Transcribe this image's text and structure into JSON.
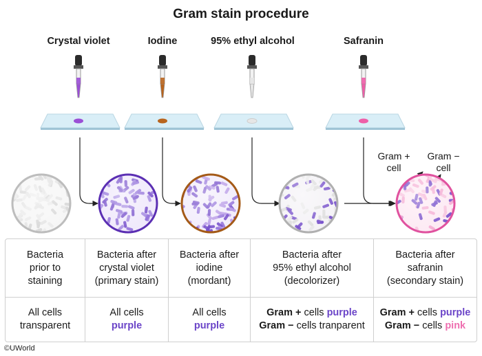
{
  "title": "Gram stain procedure",
  "reagents": [
    "Crystal violet",
    "Iodine",
    "95% ethyl alcohol",
    "Safranin"
  ],
  "callouts": {
    "gram_pos": [
      "Gram +",
      "cell"
    ],
    "gram_neg": [
      "Gram −",
      "cell"
    ]
  },
  "stages": [
    {
      "lines": [
        "Bacteria",
        "prior to",
        "staining"
      ],
      "result": [
        [
          {
            "t": "All cells",
            "c": ""
          }
        ],
        [
          {
            "t": "transparent",
            "c": ""
          }
        ]
      ]
    },
    {
      "lines": [
        "Bacteria after",
        "crystal violet",
        "(primary stain)"
      ],
      "result": [
        [
          {
            "t": "All cells",
            "c": ""
          }
        ],
        [
          {
            "t": "purple",
            "c": "purple"
          }
        ]
      ]
    },
    {
      "lines": [
        "Bacteria after",
        "iodine",
        "(mordant)"
      ],
      "result": [
        [
          {
            "t": "All cells",
            "c": ""
          }
        ],
        [
          {
            "t": "purple",
            "c": "purple"
          }
        ]
      ]
    },
    {
      "lines": [
        "Bacteria after",
        "95% ethyl alcohol",
        "(decolorizer)"
      ],
      "result": [
        [
          {
            "t": "Gram + ",
            "c": "b"
          },
          {
            "t": "cells ",
            "c": ""
          },
          {
            "t": "purple",
            "c": "purple"
          }
        ],
        [
          {
            "t": "Gram − ",
            "c": "b"
          },
          {
            "t": "cells tranparent",
            "c": ""
          }
        ]
      ]
    },
    {
      "lines": [
        "Bacteria after",
        "safranin",
        "(secondary stain)"
      ],
      "result": [
        [
          {
            "t": "Gram + ",
            "c": "b"
          },
          {
            "t": "cells ",
            "c": ""
          },
          {
            "t": "purple",
            "c": "purple"
          }
        ],
        [
          {
            "t": "Gram − ",
            "c": "b"
          },
          {
            "t": "cells ",
            "c": ""
          },
          {
            "t": "pink",
            "c": "pink"
          }
        ]
      ]
    }
  ],
  "copyright": "©UWorld",
  "colors": {
    "crystal_violet": "#9b4fd6",
    "iodine": "#b8641e",
    "alcohol": "#e6e6e6",
    "safranin": "#ee5fa8",
    "gram_pos": "#6e45c8",
    "gram_neg": "#f4a6cf",
    "slide": "#d9eef7"
  }
}
